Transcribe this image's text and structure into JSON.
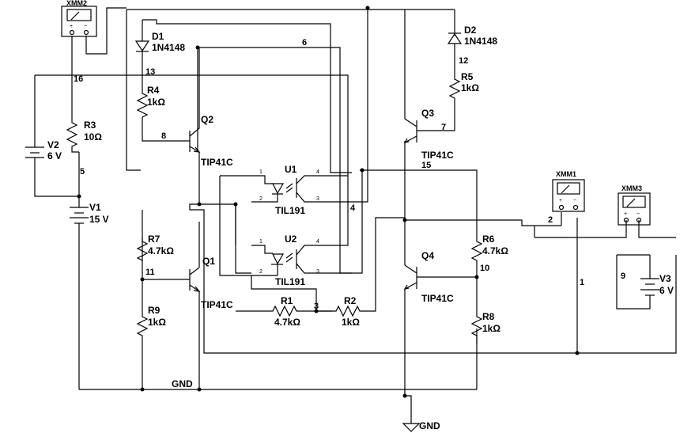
{
  "components": {
    "xmm2": {
      "label": "XMM2"
    },
    "xmm1": {
      "label": "XMM1"
    },
    "xmm3": {
      "label": "XMM3"
    },
    "d1": {
      "ref": "D1",
      "value": "1N4148"
    },
    "d2": {
      "ref": "D2",
      "value": "1N4148"
    },
    "r3": {
      "ref": "R3",
      "value": "10Ω"
    },
    "r4": {
      "ref": "R4",
      "value": "1kΩ"
    },
    "r5": {
      "ref": "R5",
      "value": "1kΩ"
    },
    "r6": {
      "ref": "R6",
      "value": "4.7kΩ"
    },
    "r7": {
      "ref": "R7",
      "value": "4.7kΩ"
    },
    "r8": {
      "ref": "R8",
      "value": "1kΩ"
    },
    "r9": {
      "ref": "R9",
      "value": "1kΩ"
    },
    "r1": {
      "ref": "R1",
      "value": "4.7kΩ"
    },
    "r2": {
      "ref": "R2",
      "value": "1kΩ"
    },
    "v1": {
      "ref": "V1",
      "value": "15 V"
    },
    "v2": {
      "ref": "V2",
      "value": "6 V"
    },
    "v3": {
      "ref": "V3",
      "value": "6 V"
    },
    "q1": {
      "ref": "Q1",
      "value": "TIP41C"
    },
    "q2": {
      "ref": "Q2",
      "value": "TIP41C"
    },
    "q3": {
      "ref": "Q3",
      "value": "TIP41C"
    },
    "q4": {
      "ref": "Q4",
      "value": "TIP41C"
    },
    "u1": {
      "ref": "U1",
      "value": "TIL191"
    },
    "u2": {
      "ref": "U2",
      "value": "TIL191"
    }
  },
  "nets": {
    "n1": "1",
    "n2": "2",
    "n3": "3",
    "n4": "4",
    "n5": "5",
    "n6": "6",
    "n7": "7",
    "n8": "8",
    "n9": "9",
    "n10": "10",
    "n11": "11",
    "n12": "12",
    "n13": "13",
    "n15": "15",
    "n16": "16",
    "gnd": "GND",
    "gnd2": "GND"
  },
  "pins": {
    "p1": "1",
    "p2": "2",
    "p3": "3",
    "p4": "4",
    "plus": "+",
    "minus": "−"
  }
}
